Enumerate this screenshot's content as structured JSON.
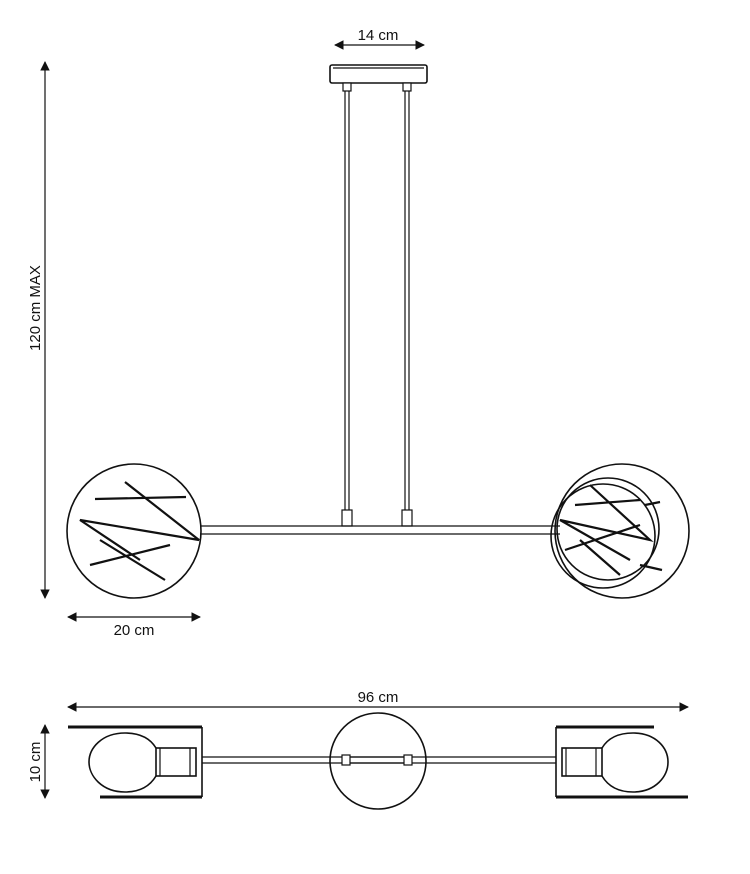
{
  "dimensions": {
    "top_width": "14 cm",
    "height_max": "120 cm MAX",
    "shade_diameter": "20 cm",
    "total_width": "96 cm",
    "depth": "10 cm"
  },
  "colors": {
    "line": "#111111",
    "background": "#ffffff"
  }
}
